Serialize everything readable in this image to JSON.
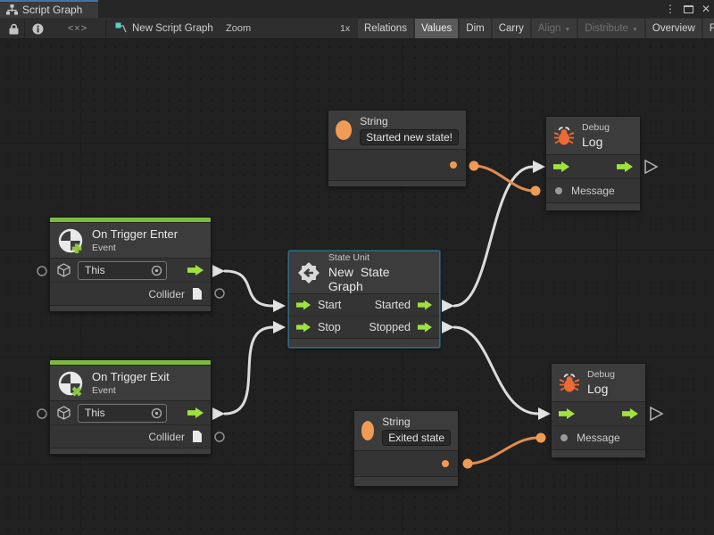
{
  "colors": {
    "accent_green": "#9fe23f",
    "event_bar_green": "#7dbb3e",
    "value_orange": "#f09b55",
    "bug_orange": "#ed6a35",
    "wire_white": "#dcdcdc",
    "selection_teal": "#346a7b",
    "tab_focus_blue": "#4273ae"
  },
  "titlebar": {
    "tab_title": "Script Graph",
    "menu_icon": "⋮",
    "close_icon": "✕"
  },
  "toolbar": {
    "code_button": "<×>",
    "breadcrumb": "New Script Graph",
    "zoom_label": "Zoom",
    "zoom_value": "1x",
    "dropdown_arrow": "▼",
    "buttons": {
      "relations": "Relations",
      "values": "Values",
      "dim": "Dim",
      "carry": "Carry",
      "align": "Align",
      "distribute": "Distribute",
      "overview": "Overview",
      "fullscreen": "Full Screen"
    }
  },
  "nodes": {
    "string_top": {
      "title": "String",
      "value": "Started new state!"
    },
    "string_bottom": {
      "title": "String",
      "value": "Exited state"
    },
    "debug_top": {
      "kind": "Debug",
      "title": "Log",
      "message_label": "Message"
    },
    "debug_bottom": {
      "kind": "Debug",
      "title": "Log",
      "message_label": "Message"
    },
    "trigger_enter": {
      "title": "On Trigger Enter",
      "subtitle": "Event",
      "target": "This",
      "output": "Collider"
    },
    "trigger_exit": {
      "title": "On Trigger Exit",
      "subtitle": "Event",
      "target": "This",
      "output": "Collider"
    },
    "state_unit": {
      "kind": "State Unit",
      "title": "New State Graph",
      "in1": "Start",
      "in2": "Stop",
      "out1": "Started",
      "out2": "Stopped"
    }
  }
}
